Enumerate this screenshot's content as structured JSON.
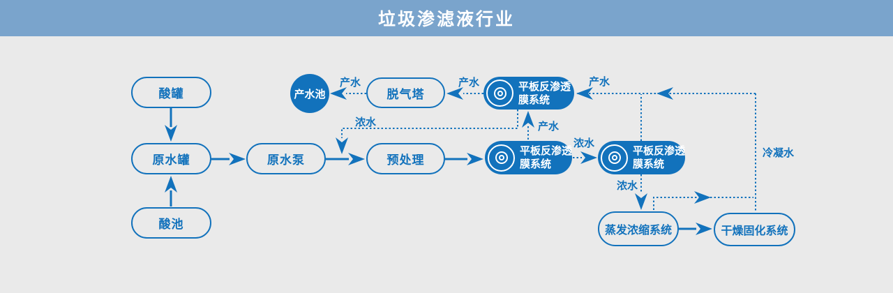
{
  "header": {
    "title": "垃圾渗滤液行业"
  },
  "colors": {
    "accent": "#1272bc",
    "header_bg": "#7aa4cc",
    "background": "#eaeaea",
    "node_text_on_blue": "#ffffff"
  },
  "nodes": {
    "acid_tank": {
      "label": "酸罐"
    },
    "raw_water_tank": {
      "label": "原水罐"
    },
    "acid_pool": {
      "label": "酸池"
    },
    "raw_water_pump": {
      "label": "原水泵"
    },
    "pretreatment": {
      "label": "预处理"
    },
    "degassing_tower": {
      "label": "脱气塔"
    },
    "product_water_pool": {
      "label": "产水池"
    },
    "ro_membrane_top": {
      "line1": "平板反渗透",
      "line2": "膜系统"
    },
    "ro_membrane_stage1": {
      "line1": "平板反渗透",
      "line2": "膜系统"
    },
    "ro_membrane_stage2": {
      "line1": "平板反渗透",
      "line2": "膜系统"
    },
    "evaporation_system": {
      "label": "蒸发浓缩系统"
    },
    "drying_system": {
      "label": "干燥固化系统"
    }
  },
  "flow_labels": {
    "product_water_to_pool": "产水",
    "product_water_to_degasser": "产水",
    "product_water_stage1_up": "产水",
    "product_water_stage2_return": "产水",
    "concentrate_return": "浓水",
    "concentrate_stage1_to_stage2": "浓水",
    "concentrate_to_evaporation": "浓水",
    "condensate": "冷凝水"
  },
  "icons": {
    "membrane_disc": "membrane-disc-icon"
  }
}
